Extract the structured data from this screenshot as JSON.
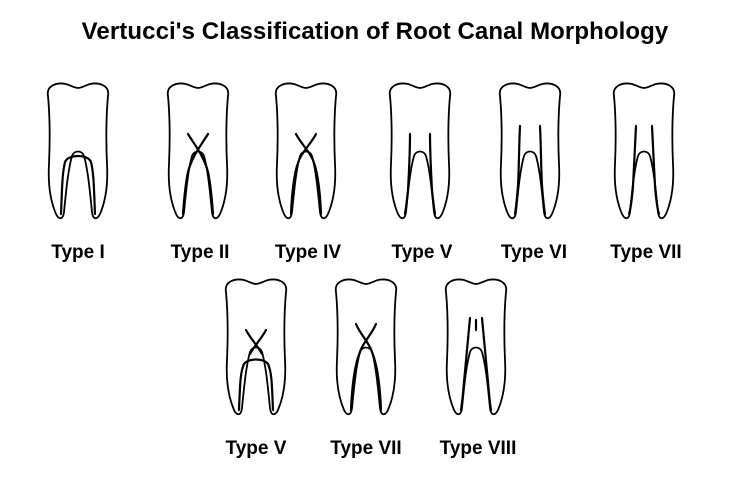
{
  "title": "Vertucci's Classification of Root Canal Morphology",
  "teeth": [
    {
      "label": "Type I"
    },
    {
      "label": "Type II"
    },
    {
      "label": "Type IV"
    },
    {
      "label": "Type V"
    },
    {
      "label": "Type VI"
    },
    {
      "label": "Type VII"
    },
    {
      "label": "Type V"
    },
    {
      "label": "Type VII"
    },
    {
      "label": "Type VIII"
    }
  ]
}
